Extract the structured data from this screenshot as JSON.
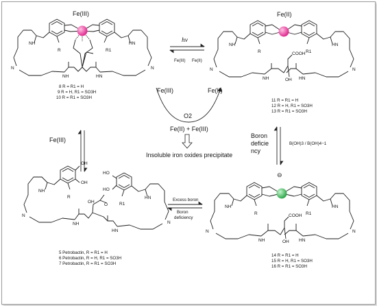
{
  "top_left": {
    "metal": "Fe(III)",
    "substituents": [
      "R",
      "R1"
    ],
    "compounds": [
      "8 R = R1 = H",
      "9 R = H, R1 = SO3H",
      "10 R = R1 = SO3H"
    ]
  },
  "top_right": {
    "metal": "Fe(II)",
    "substituents": [
      "R",
      "R1"
    ],
    "groups": [
      "COOH",
      "OH"
    ],
    "compounds": [
      "11 R = R1 = H",
      "12 R = H, R1 = SO3H",
      "13 R = R1 = SO3H"
    ]
  },
  "bottom_left": {
    "substituents": [
      "R",
      "R1"
    ],
    "groups": [
      "OH",
      "HO",
      "OH",
      "OH",
      "HO",
      "O"
    ],
    "compounds": [
      "5 Petrobactin, R = R1 = H",
      "6 Petrobactin, R = H, R1 = SO3H",
      "7 Petrobactin, R = R1 = SO3H"
    ]
  },
  "bottom_right": {
    "charge": "⊖",
    "substituents": [
      "R",
      "R1"
    ],
    "groups": [
      "COOH",
      "OH"
    ],
    "compounds": [
      "14 R = R1 = H",
      "15 R = H, R1 = SO3H",
      "16 R = R1 = SO3H"
    ]
  },
  "atoms": {
    "nh": "NH",
    "hn": "HN",
    "h": "H",
    "n": "N"
  },
  "photo_arrow": {
    "label": "hν",
    "from": "Fe(III)",
    "to": "Fe(II)"
  },
  "cycle": {
    "left": "Fe(III)",
    "right": "Fe(II)",
    "o2": "O2",
    "mix": "Fe(II) + Fe(III)",
    "precipitate": "Insoluble iron oxides precipitate"
  },
  "left_arrow": {
    "label": "Fe(III)"
  },
  "right_arrow": {
    "label_lines": [
      "Boron",
      "deficie",
      "ncy"
    ],
    "reagent": "B(OH)3 / B(OH)4−1"
  },
  "bottom_arrow": {
    "forward": "Excess boron",
    "reverse_lines": [
      "Boron",
      "deficiency"
    ]
  },
  "colors": {
    "fe_iii": "#e0298f",
    "fe_ii": "#e4409c",
    "boron": "#2fa84a",
    "line": "#1a1a1a"
  }
}
